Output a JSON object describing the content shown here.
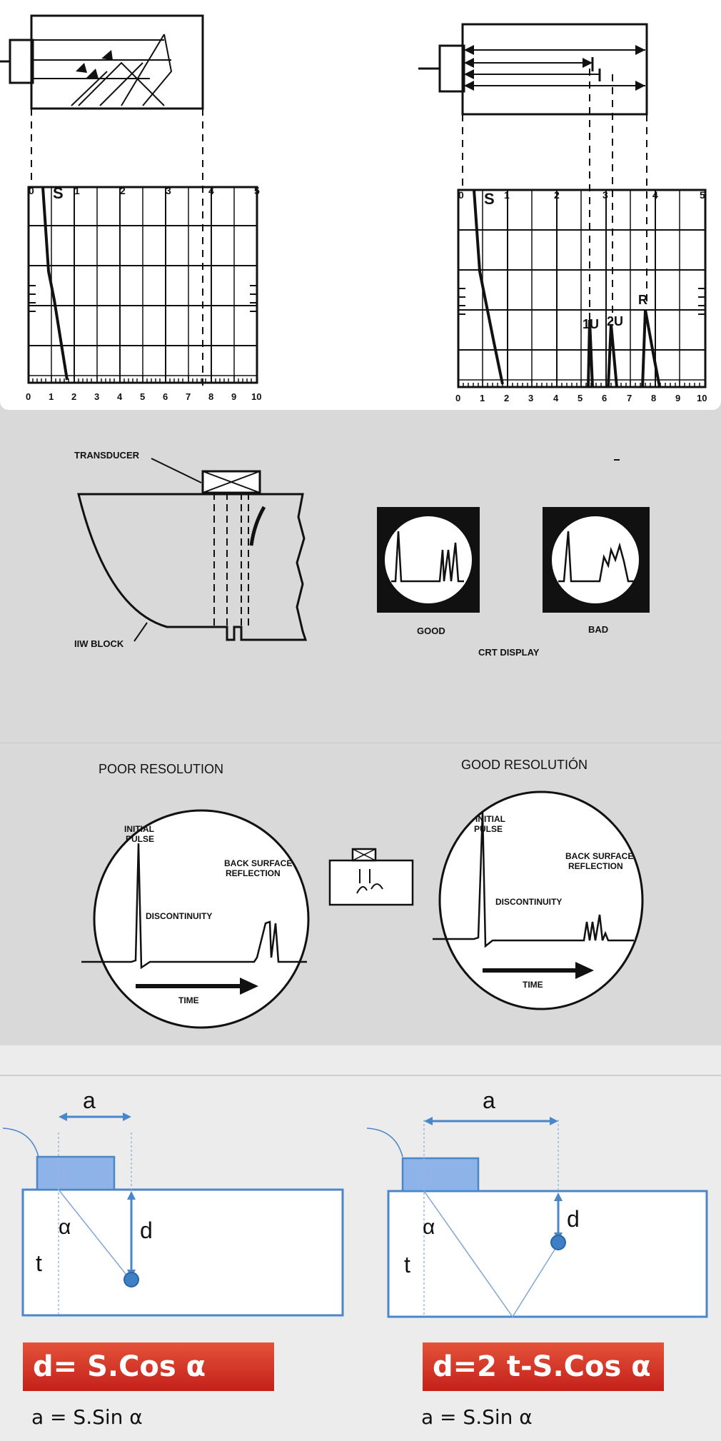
{
  "panel_a": {
    "left_scale": {
      "top": [
        "0",
        "1",
        "2",
        "3",
        "4",
        "5"
      ],
      "bottom": [
        "0",
        "1",
        "2",
        "3",
        "4",
        "5",
        "6",
        "7",
        "8",
        "9",
        "10"
      ]
    },
    "right_scale": {
      "top": [
        "0",
        "1",
        "2",
        "3",
        "4",
        "5"
      ],
      "bottom": [
        "0",
        "1",
        "2",
        "3",
        "4",
        "5",
        "6",
        "7",
        "8",
        "9",
        "10"
      ]
    },
    "left_s": "S",
    "right_s": "S",
    "right_echo_1u": "1U",
    "right_echo_2u": "2U",
    "right_echo_r": "R"
  },
  "panel_b": {
    "transducer": "TRANSDUCER",
    "iiw_block": "IIW BLOCK",
    "good": "GOOD",
    "bad": "BAD",
    "crt_display": "CRT DISPLAY"
  },
  "panel_c": {
    "poor_title": "POOR RESOLUTION",
    "good_title": "GOOD RESOLUTIÓN",
    "initial_pulse": [
      "INITIAL",
      "PULSE"
    ],
    "back_surface": [
      "BACK SURFACE",
      "REFLECTION"
    ],
    "discontinuity": "DISCONTINUITY",
    "discontinuity_right": "DISCONTINUITY",
    "time": "TIME"
  },
  "panel_d": {
    "a": "a",
    "alpha": "α",
    "d": "d",
    "t": "t",
    "formula_left": "d= S.Cos α",
    "formula_right": "d=2 t-S.Cos α",
    "sub_left": "a = S.Sin α",
    "sub_right": "a = S.Sin α",
    "accent_color": "#4a86c8",
    "formula_color": "#d8331f"
  }
}
